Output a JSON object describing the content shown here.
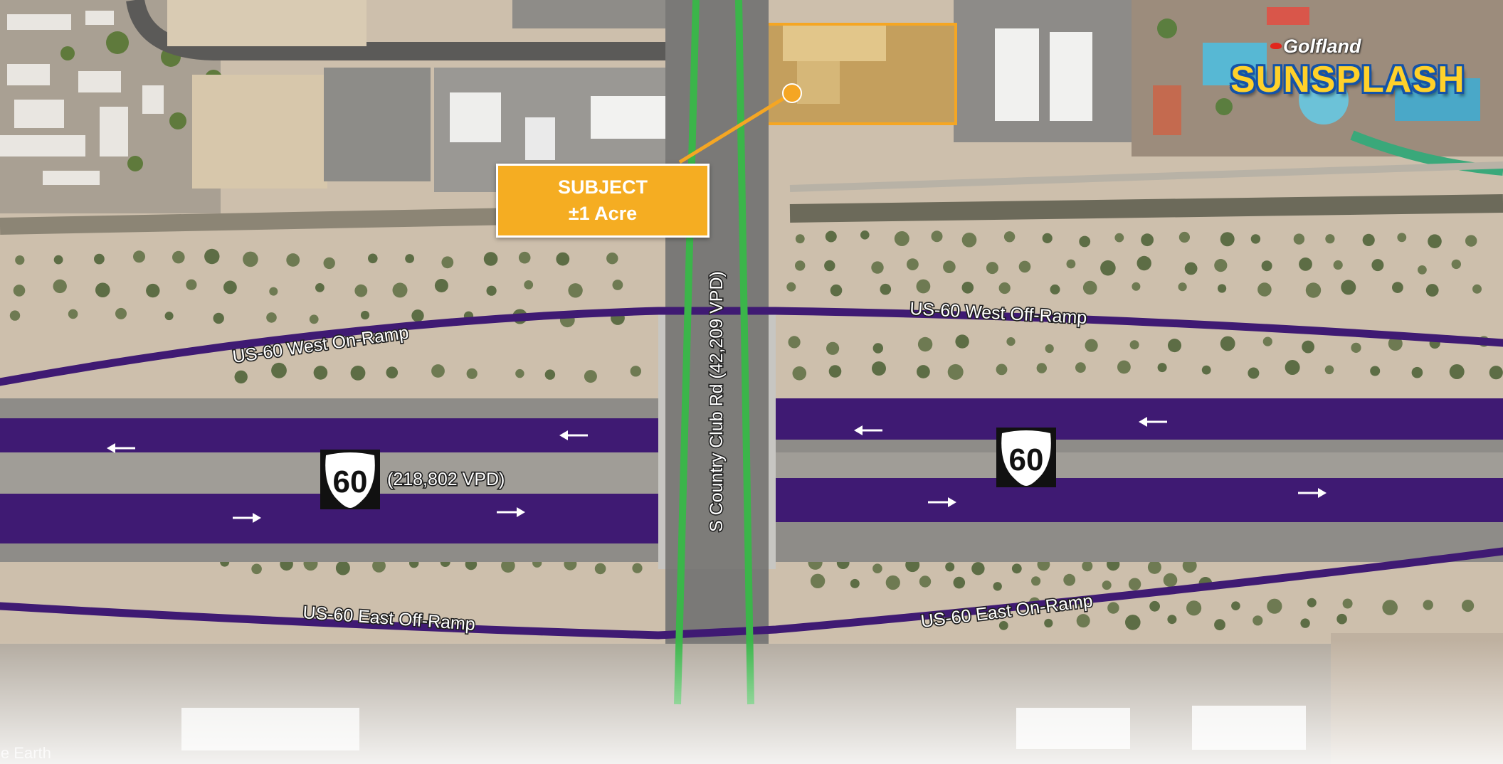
{
  "subject": {
    "line1": "SUBJECT",
    "line2": "±1 Acre"
  },
  "roads": {
    "country_club": "S Country Club Rd (42,209 VPD)",
    "west_on_ramp": "US-60 West On-Ramp",
    "west_off_ramp": "US-60 West Off-Ramp",
    "east_off_ramp": "US-60 East Off-Ramp",
    "east_on_ramp": "US-60 East On-Ramp",
    "highway_traffic": "(218,802 VPD)"
  },
  "shields": {
    "route_number": "60"
  },
  "brand": {
    "top": "Golfland",
    "main": "SUNSPLASH"
  },
  "attribution": "le Earth",
  "colors": {
    "highway_overlay": "#3f1a73",
    "country_club_overlay": "#3bb54a",
    "subject_fill": "#f5ad22",
    "parcel_outline": "#f5a623"
  },
  "icons": [
    "us-route-shield-icon",
    "direction-arrow-icon",
    "subject-pin-icon"
  ]
}
